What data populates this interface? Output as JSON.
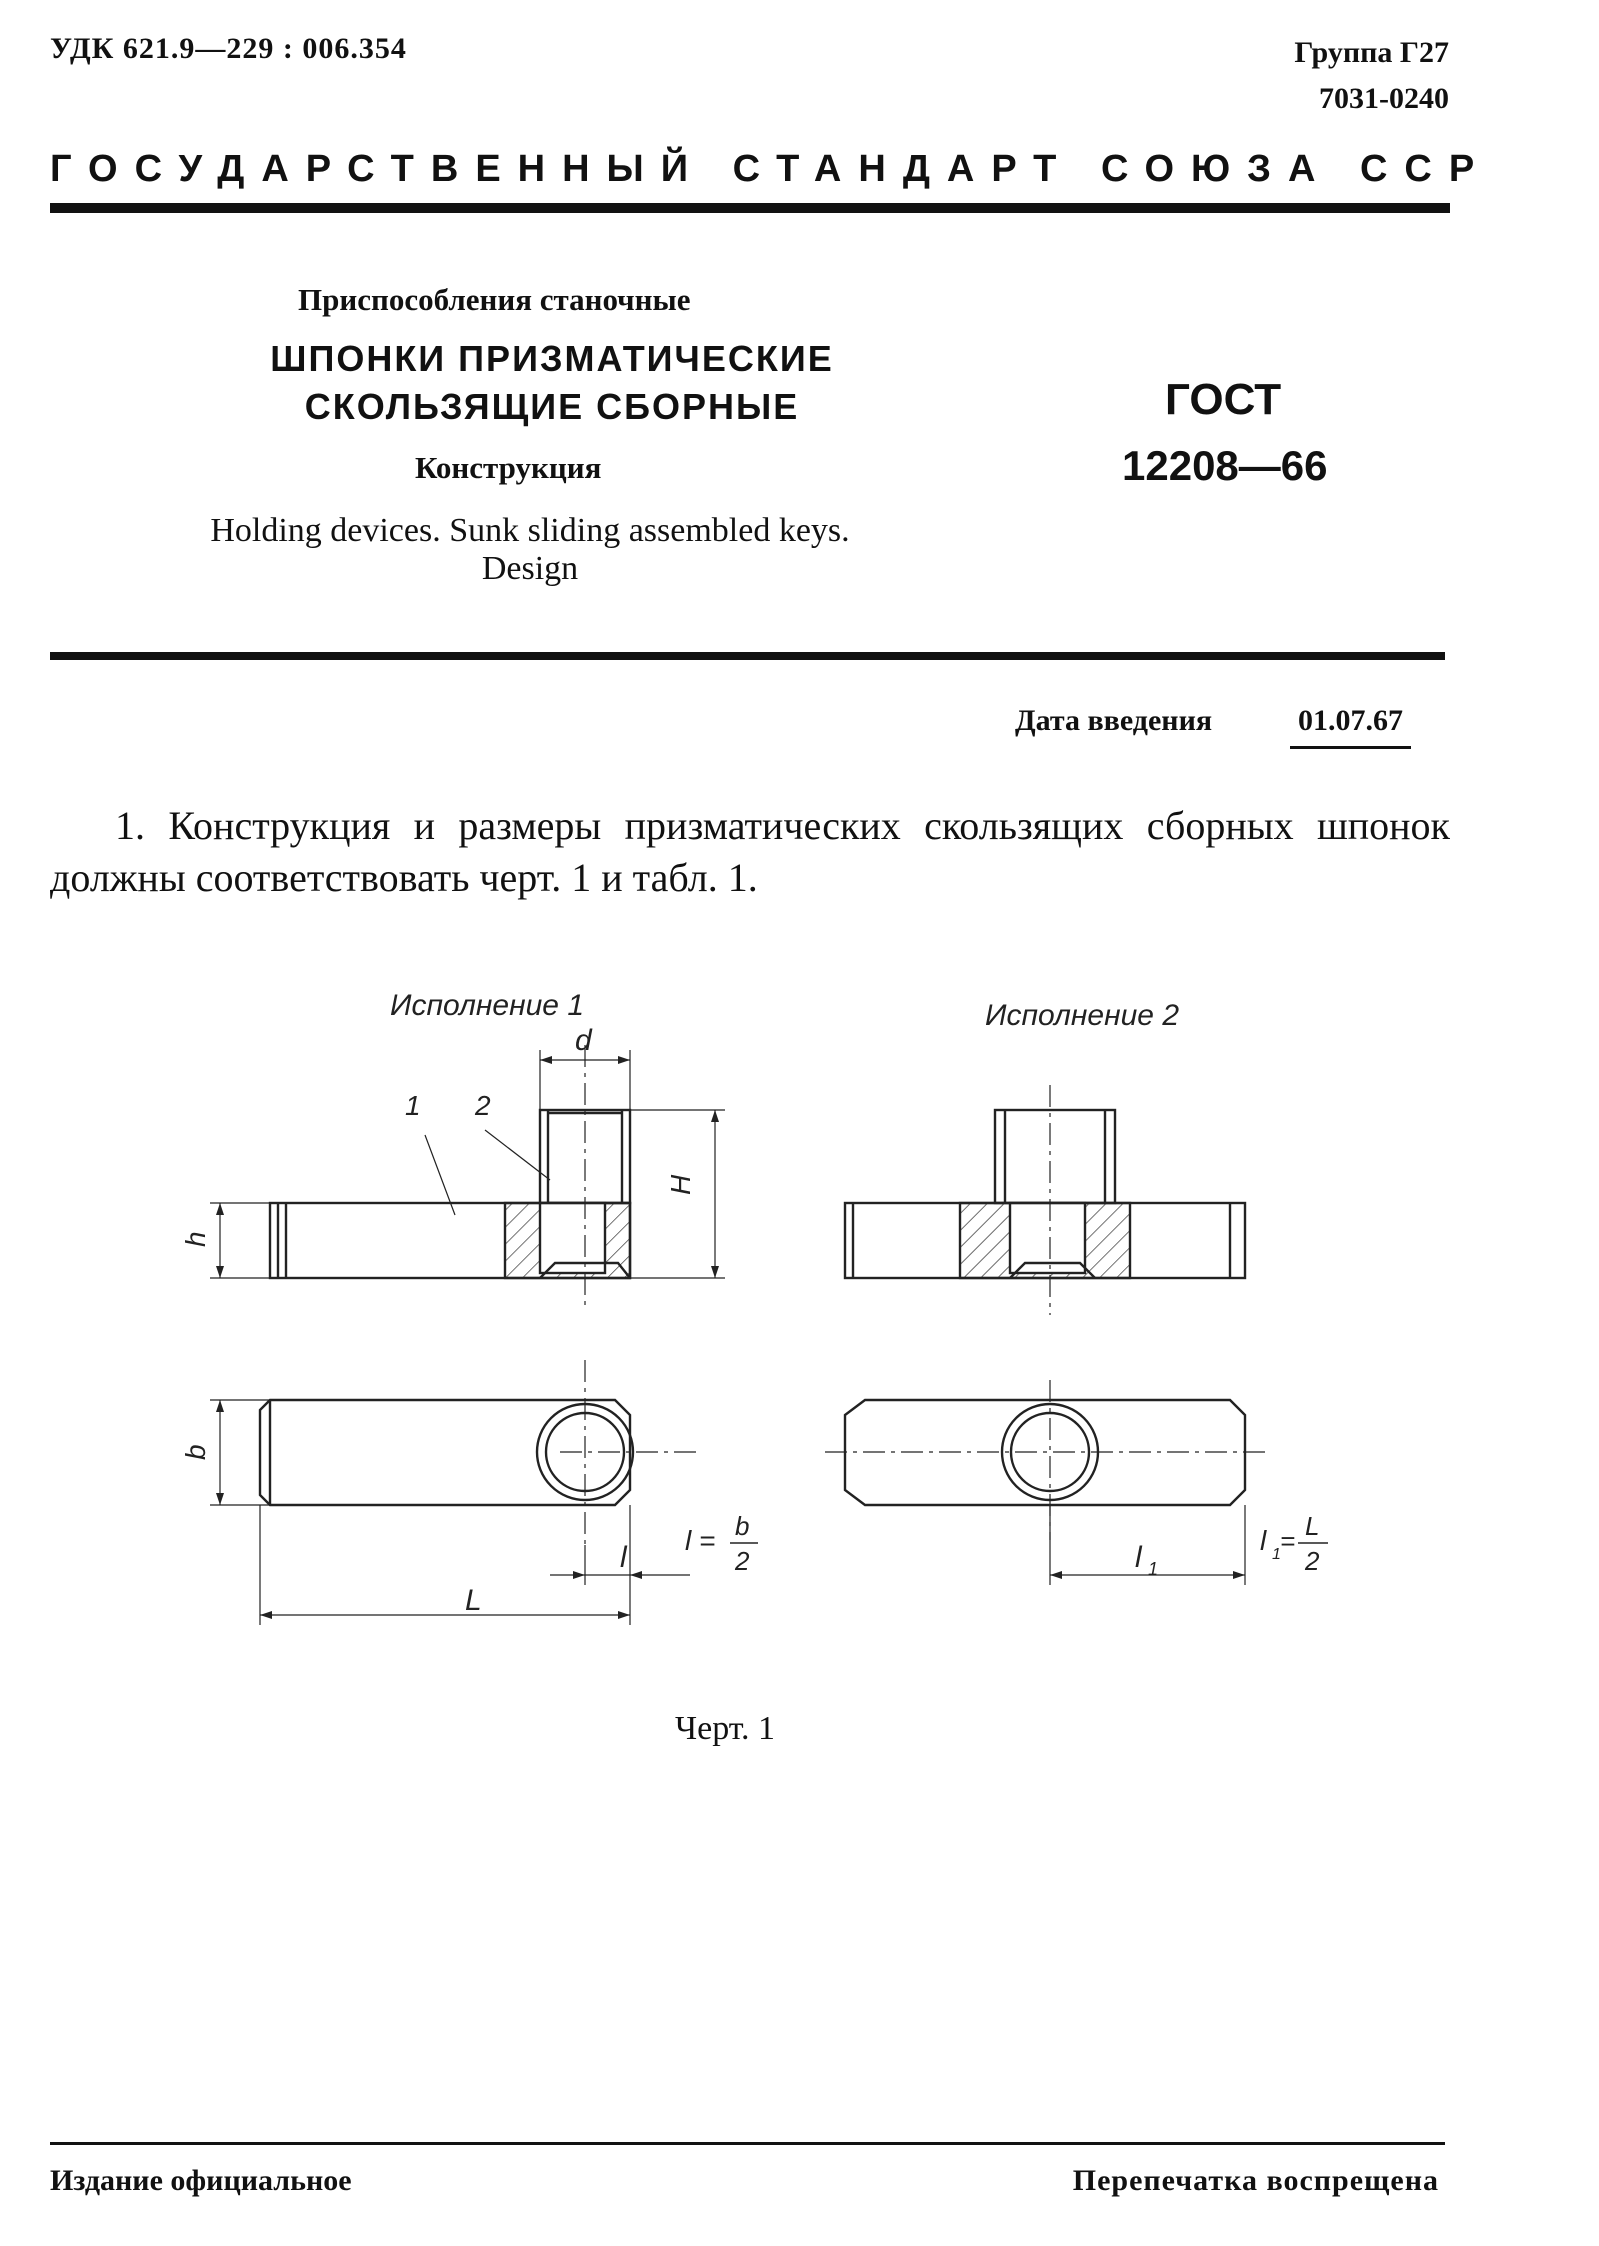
{
  "header": {
    "udk": "УДК 621.9—229 : 006.354",
    "group": "Группа Г27",
    "code": "7031-0240"
  },
  "banner": "ГОСУДАРСТВЕННЫЙ СТАНДАРТ СОЮЗА ССР",
  "title": {
    "subtitle": "Приспособления станочные",
    "line1": "ШПОНКИ ПРИЗМАТИЧЕСКИЕ",
    "line2": "СКОЛЬЗЯЩИЕ СБОРНЫЕ",
    "design": "Конструкция",
    "english_line1": "Holding devices. Sunk sliding assembled keys.",
    "english_line2": "Design"
  },
  "gost": {
    "label": "ГОСТ",
    "number": "12208—66"
  },
  "date": {
    "label": "Дата введения",
    "value": "01.07.67"
  },
  "paragraph": "1. Конструкция и размеры призматических скользящих сборных шпонок должны соответствовать черт. 1 и табл. 1.",
  "drawing": {
    "variant1_label": "Исполнение 1",
    "variant2_label": "Исполнение 2",
    "labels": {
      "d": "d",
      "callout1": "1",
      "callout2": "2",
      "H": "H",
      "h": "h",
      "b": "b",
      "L": "L",
      "l": "l",
      "l_eq": "l =",
      "b_num": "b",
      "two": "2",
      "l1": "l",
      "l1_sub": "1",
      "l1_eq": "l",
      "l1_eq_sub": "1",
      "l1_eq_sign": "=",
      "L_num": "L",
      "two_b": "2"
    }
  },
  "caption": "Черт. 1",
  "footer": {
    "left": "Издание официальное",
    "right": "Перепечатка воспрещена"
  }
}
